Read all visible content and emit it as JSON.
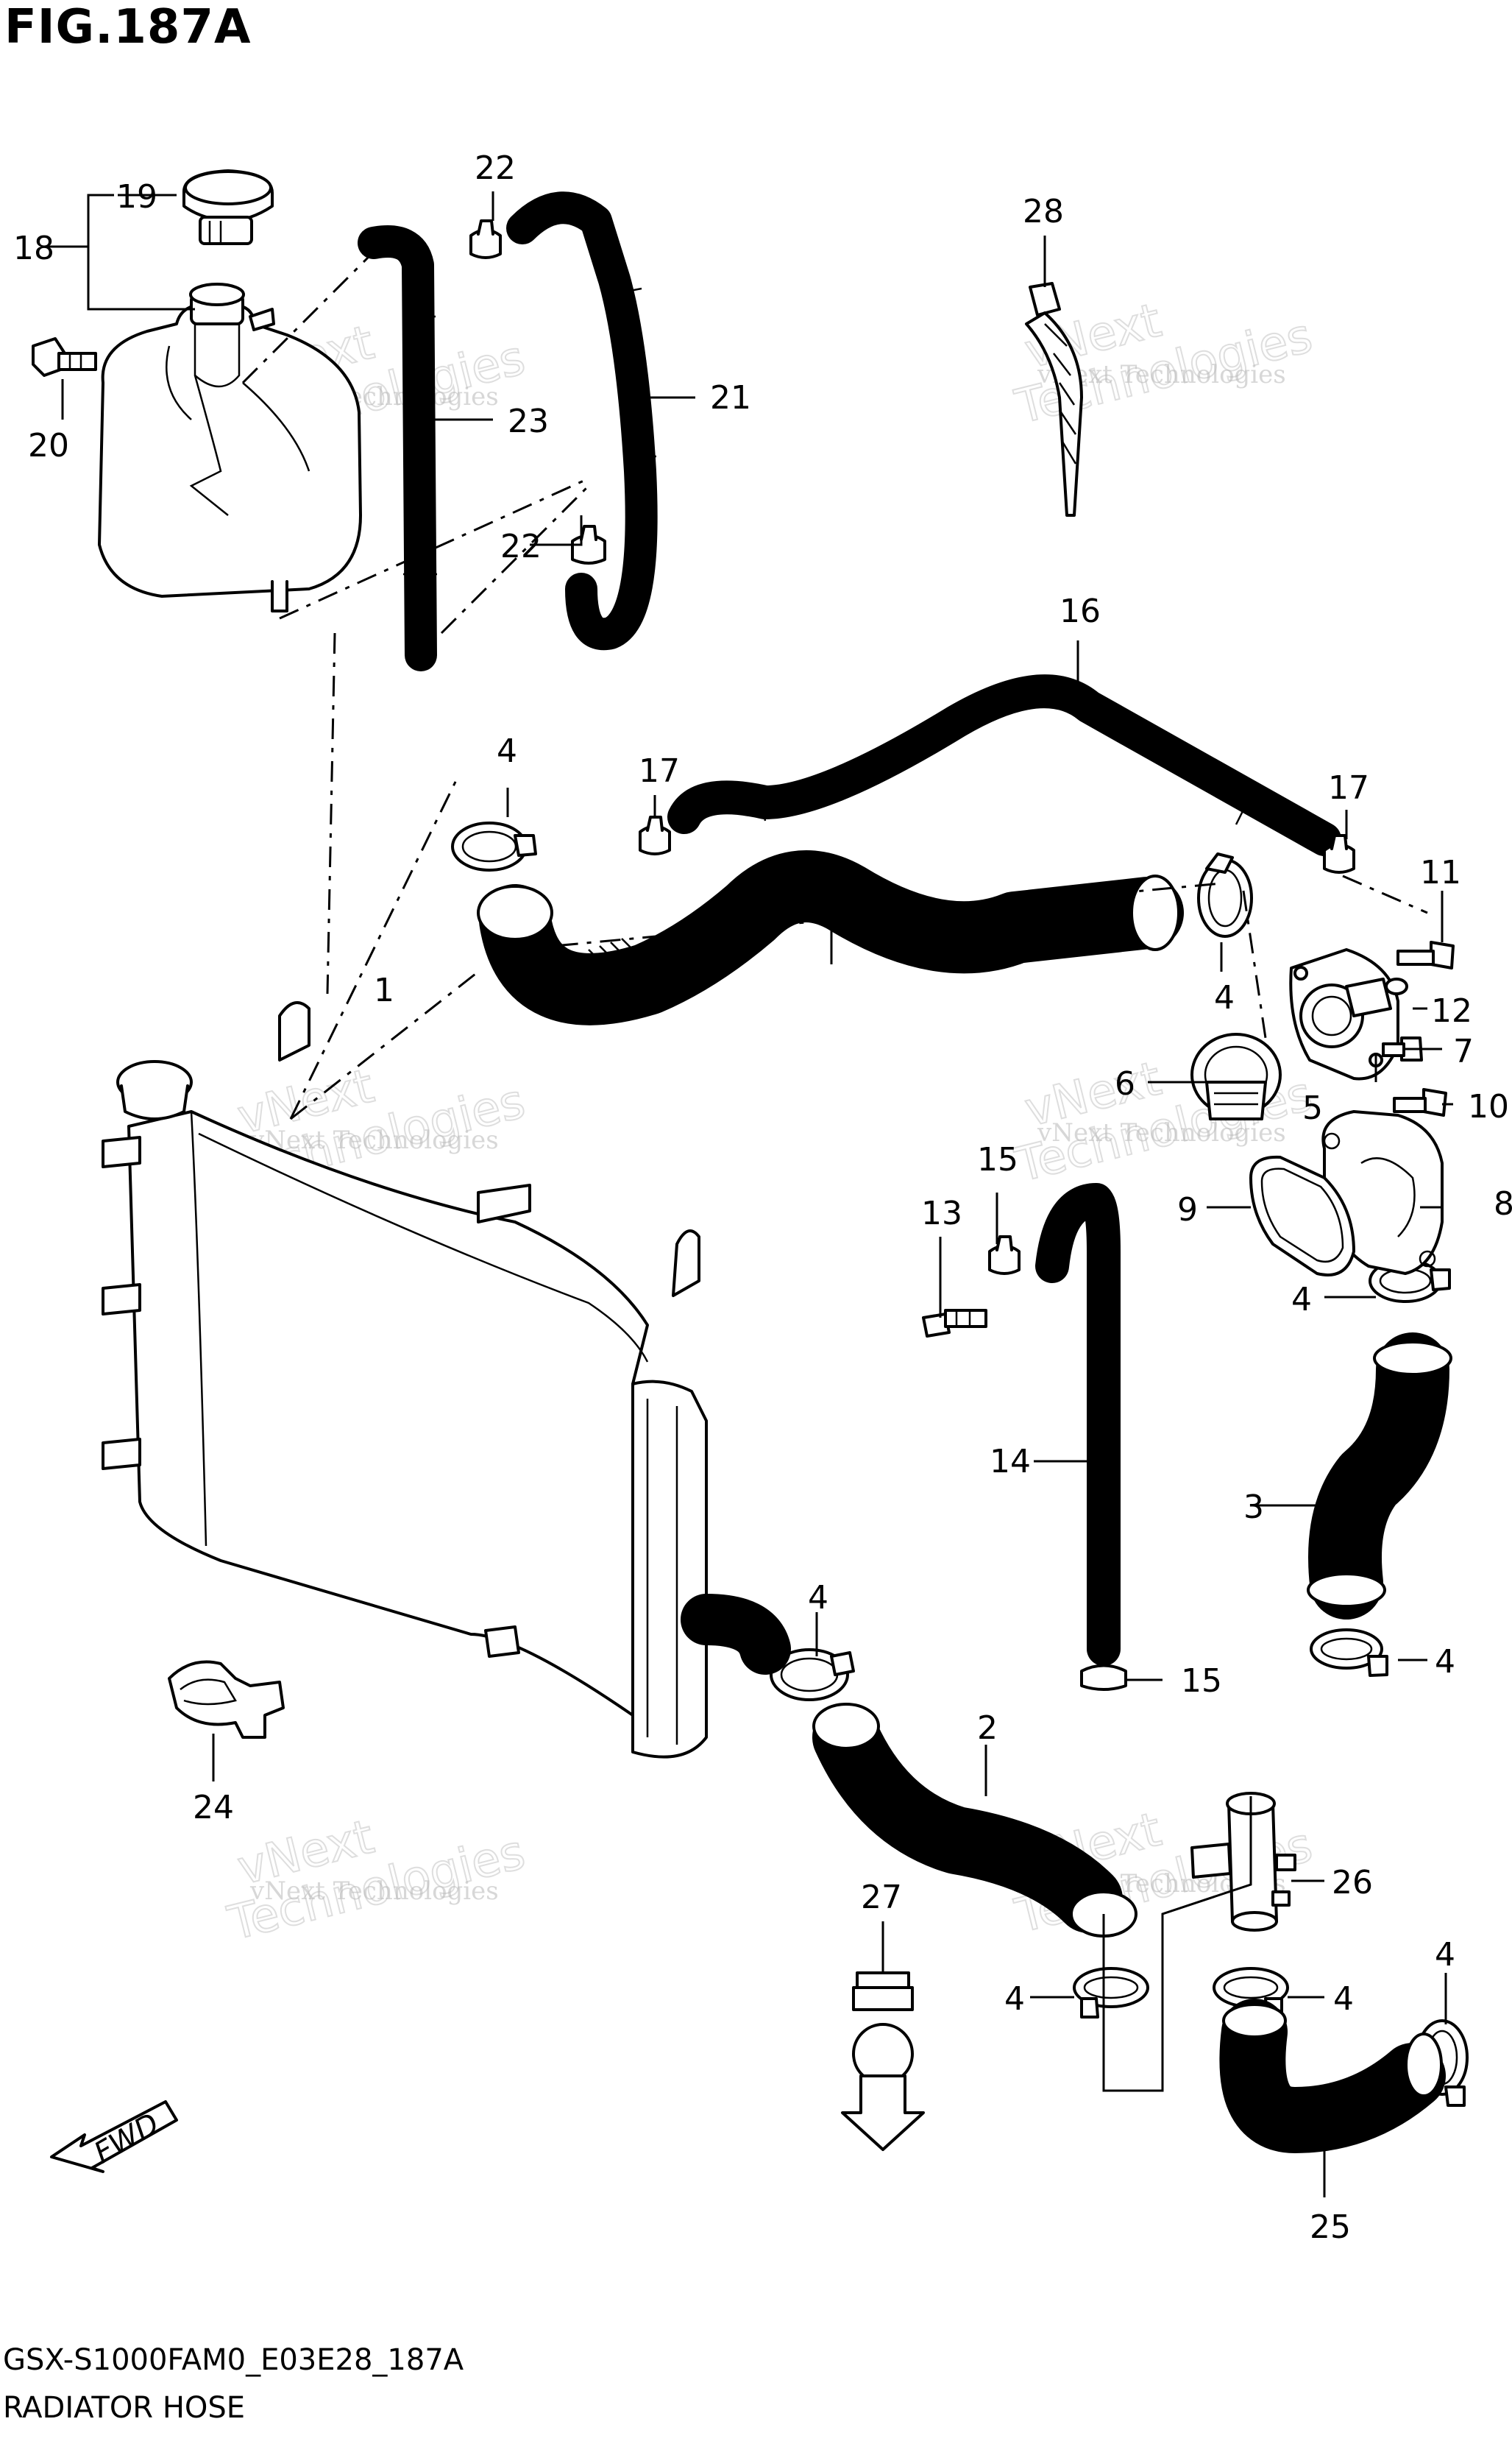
{
  "figure_title": "FIG.187A",
  "model_code": "GSX-S1000FAM0_E03E28_187A",
  "caption": "RADIATOR HOSE",
  "fwd_label": "FWD",
  "watermark": {
    "line1": "vNext Technologies",
    "line2": "vNext",
    "line3": "Technologies"
  },
  "callouts": {
    "c1": "1",
    "c2": "2",
    "c3": "3",
    "c4": "4",
    "c5": "5",
    "c6": "6",
    "c7": "7",
    "c8": "8",
    "c9": "9",
    "c10": "10",
    "c11": "11",
    "c12": "12",
    "c13": "13",
    "c14": "14",
    "c15": "15",
    "c16": "16",
    "c17": "17",
    "c18": "18",
    "c19": "19",
    "c20": "20",
    "c21": "21",
    "c22": "22",
    "c23": "23",
    "c24": "24",
    "c25": "25",
    "c26": "26",
    "c27": "27",
    "c28": "28"
  }
}
